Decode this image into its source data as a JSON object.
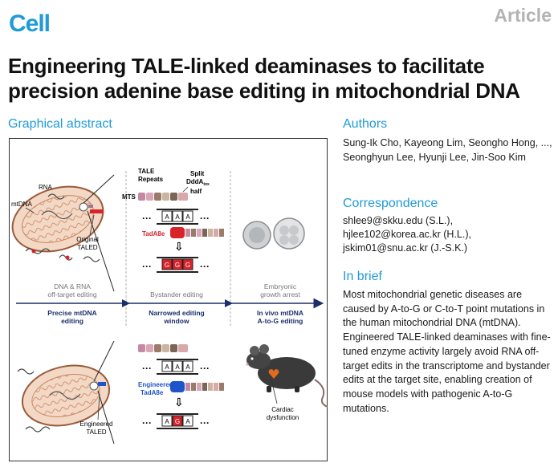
{
  "header": {
    "journal": "Cell",
    "article_type": "Article"
  },
  "title": "Engineering TALE-linked deaminases to facilitate precision adenine base editing in mitochondrial DNA",
  "graphical_abstract": {
    "heading": "Graphical abstract",
    "labels": {
      "rna": "RNA",
      "mtdna": "mtDNA",
      "original": "Original",
      "taled": "TALED",
      "tale": "TALE",
      "repeats": "Repeats",
      "mts": "MTS",
      "split": "Split",
      "ddda": "DddA",
      "ddda_sub": "tox",
      "half": "half",
      "tadabe": "TadA8e",
      "dna_rna_line1": "DNA & RNA",
      "dna_rna_line2": "off-target editing",
      "bystander": "Bystander editing",
      "embryonic_line1": "Embryonic",
      "embryonic_line2": "growth arrest",
      "precise_line1": "Precise mtDNA",
      "precise_line2": "editing",
      "narrowed_line1": "Narrowed editing",
      "narrowed_line2": "window",
      "invivo_line1": "In vivo mtDNA",
      "invivo_line2": "A-to-G editing",
      "engineered": "Engineered",
      "engineered_tadabe": "TadA8e",
      "engineered_taled": "TALED",
      "cardiac_line1": "Cardiac",
      "cardiac_line2": "dysfunction",
      "base_a": "A",
      "base_g": "G"
    }
  },
  "authors": {
    "heading": "Authors",
    "text": "Sung-Ik Cho, Kayeong Lim, Seongho Hong, ..., Seonghyun Lee, Hyunji Lee, Jin-Soo Kim"
  },
  "correspondence": {
    "heading": "Correspondence",
    "lines": [
      "shlee9@skku.edu (S.L.),",
      "hjlee102@korea.ac.kr (H.L.),",
      "jskim01@snu.ac.kr (J.-S.K.)"
    ]
  },
  "in_brief": {
    "heading": "In brief",
    "text": "Most mitochondrial genetic diseases are caused by A-to-G or C-to-T point mutations in the human mitochondrial DNA (mtDNA). Engineered TALE-linked deaminases with fine-tuned enzyme activity largely avoid RNA off-target edits in the transcriptome and bystander edits at the target site, enabling creation of mouse models with pathogenic A-to-G mutations."
  },
  "colors": {
    "brand": "#1f9bd7",
    "article_gray": "#b3b3b3",
    "tadabe_red": "#d8232a",
    "engineered_blue": "#1e55c8",
    "arrow_navy": "#1c2f6b"
  }
}
